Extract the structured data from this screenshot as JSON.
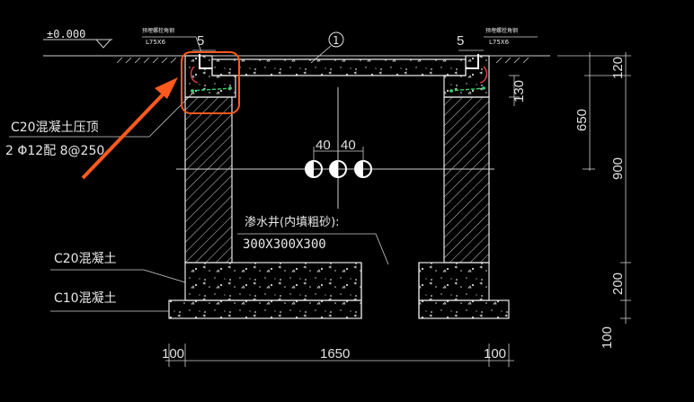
{
  "level_label": "±0.000",
  "bolt_note_left": "预埋螺栓角钢",
  "bolt_note_left_size": "L75X6",
  "bolt_note_right": "预埋螺栓角钢",
  "bolt_note_right_size": "L75X6",
  "edge_dim_left": "5",
  "edge_dim_right": "5",
  "section_marker": "1",
  "cap_label": "C20混凝土压顶",
  "cap_rebar": "2 Φ12配 8@250",
  "pipe_dim_1": "40",
  "pipe_dim_2": "40",
  "sump_label": "渗水井(内填粗砂):",
  "sump_size": "300X300X300",
  "base_label": "C20混凝土",
  "bed_label": "C10混凝土",
  "dim_bottom_left": "100",
  "dim_bottom_mid": "1650",
  "dim_bottom_right": "100",
  "dim_130": "130",
  "dim_120": "120",
  "dim_650": "650",
  "dim_900": "900",
  "dim_200": "200",
  "dim_100": "100",
  "colors": {
    "background": "#000000",
    "lines": "#e8e8e8",
    "highlight": "#ff5a1e",
    "rebar": "#39d36b",
    "anchor": "#e24444"
  }
}
